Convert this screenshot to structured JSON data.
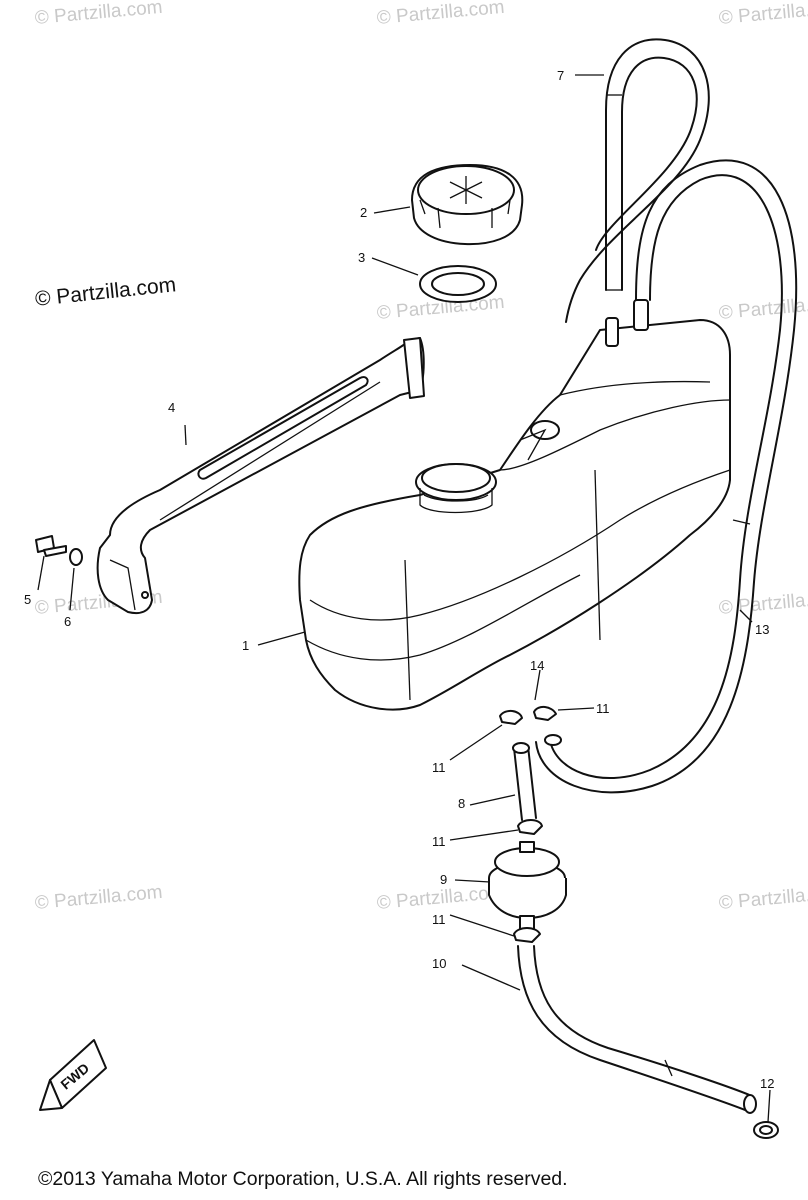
{
  "watermark_text": "© Partzilla.com",
  "main_watermark": "© Partzilla.com",
  "copyright": "©2013 Yamaha Motor Corporation, U.S.A. All rights reserved.",
  "fwd_label": "FWD",
  "callouts": [
    {
      "id": "1",
      "label": "1"
    },
    {
      "id": "2",
      "label": "2"
    },
    {
      "id": "3",
      "label": "3"
    },
    {
      "id": "4",
      "label": "4"
    },
    {
      "id": "5",
      "label": "5"
    },
    {
      "id": "6",
      "label": "6"
    },
    {
      "id": "7",
      "label": "7"
    },
    {
      "id": "8",
      "label": "8"
    },
    {
      "id": "9",
      "label": "9"
    },
    {
      "id": "10",
      "label": "10"
    },
    {
      "id": "11a",
      "label": "11"
    },
    {
      "id": "11b",
      "label": "11"
    },
    {
      "id": "11c",
      "label": "11"
    },
    {
      "id": "11d",
      "label": "11"
    },
    {
      "id": "12",
      "label": "12"
    },
    {
      "id": "13",
      "label": "13"
    },
    {
      "id": "14",
      "label": "14"
    }
  ]
}
